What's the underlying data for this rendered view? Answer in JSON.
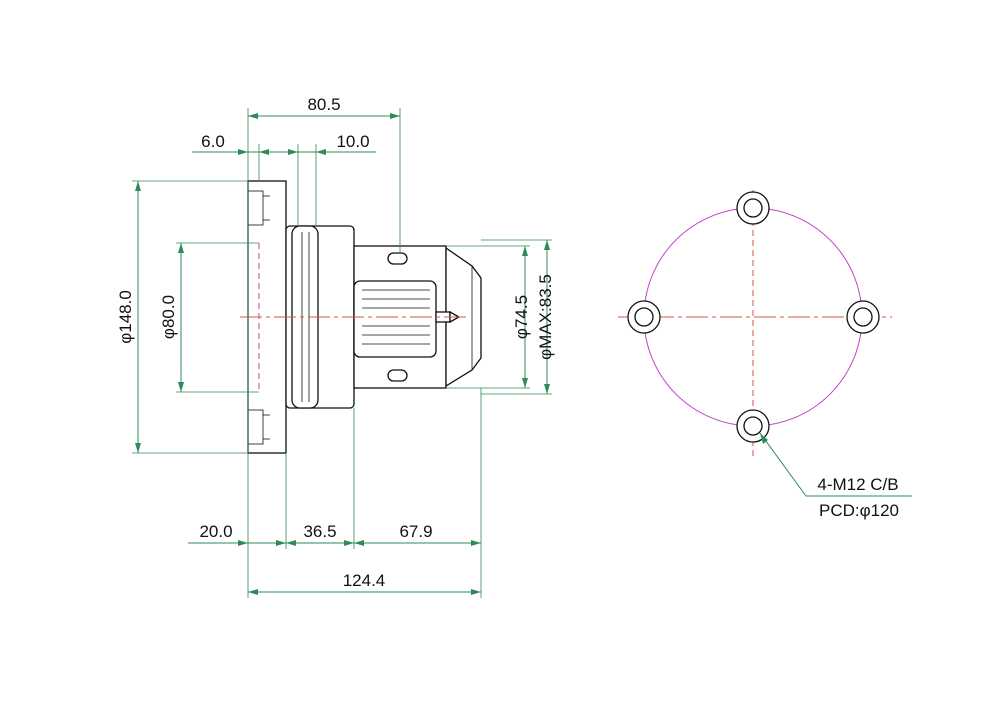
{
  "dimensions": {
    "overall_body": "80.5",
    "flange_step": "6.0",
    "groove_width": "10.0",
    "flange_diameter": "φ148.0",
    "pilot_diameter": "φ80.0",
    "body_diameter": "φ74.5",
    "max_diameter": "φMAX:83.5",
    "flange_thickness": "20.0",
    "hub_length": "36.5",
    "shaft_length": "67.9",
    "total_length": "124.4"
  },
  "notes": {
    "bolt_holes": "4-M12 C/B",
    "pcd": "PCD:φ120"
  },
  "colors": {
    "dimension": "#2e8b57",
    "center_line": "#d9544a",
    "hidden_line": "#d0408f",
    "pcd_circle": "#c040c8"
  }
}
